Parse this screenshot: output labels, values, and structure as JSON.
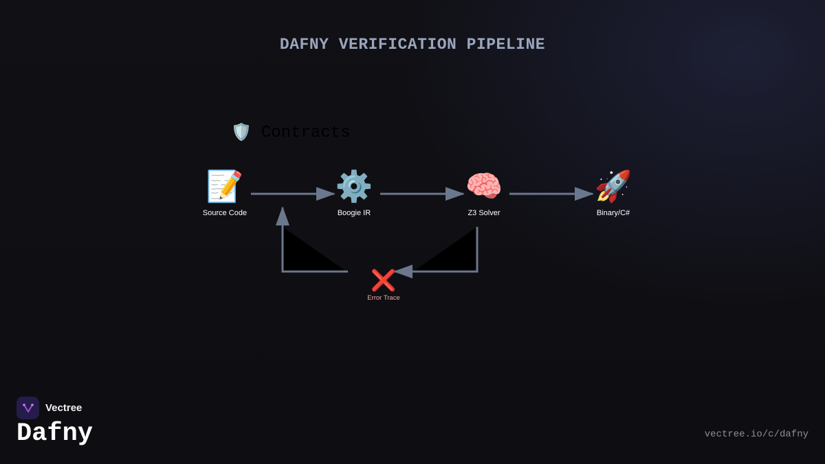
{
  "header": {
    "title": "DAFNY VERIFICATION PIPELINE"
  },
  "contracts": {
    "icon": "shield-icon",
    "glyph": "🛡️",
    "label": "Contracts"
  },
  "nodes": [
    {
      "id": "source",
      "glyph": "📝",
      "icon": "memo-icon",
      "label": "Source Code"
    },
    {
      "id": "boogie",
      "glyph": "⚙️",
      "icon": "gear-icon",
      "label": "Boogie IR"
    },
    {
      "id": "z3",
      "glyph": "🧠",
      "icon": "brain-icon",
      "label": "Z3 Solver"
    },
    {
      "id": "binary",
      "glyph": "🚀",
      "icon": "rocket-icon",
      "label": "Binary/C#"
    }
  ],
  "error": {
    "glyph": "❌",
    "icon": "cross-mark-icon",
    "label": "Error Trace"
  },
  "colors": {
    "arrow": "#6b778c",
    "title": "#9aa6bd",
    "error_label": "#f3a6a6",
    "brand_logo_bg": "#241c4a",
    "brand_logo_mark": "#a04fd6"
  },
  "footer": {
    "brand": "Vectree",
    "product": "Dafny",
    "url": "vectree.io/c/dafny"
  }
}
